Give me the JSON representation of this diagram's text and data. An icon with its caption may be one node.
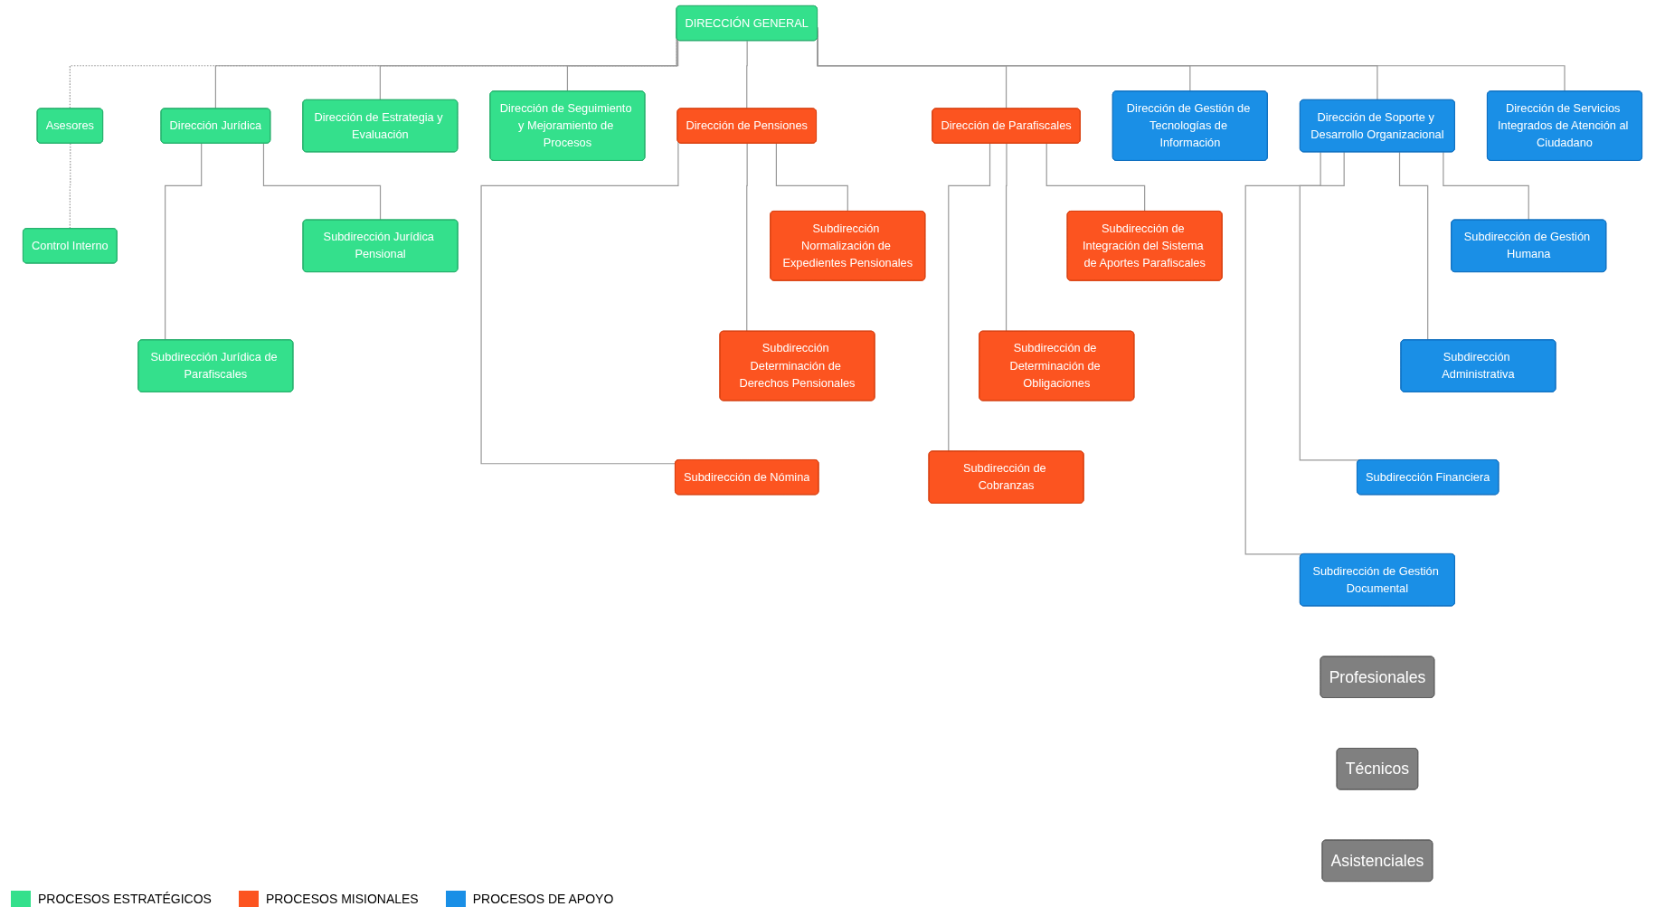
{
  "diagram": {
    "nodes": [
      {
        "text": [
          "DIRECCIÓN GENERAL"
        ]
      },
      {
        "text": [
          "Asesores"
        ]
      },
      {
        "text": [
          "Control Interno"
        ]
      },
      {
        "text": [
          "Dirección Jurídica"
        ]
      },
      {
        "text": [
          "Dirección de Estrategia y Evaluación"
        ]
      },
      {
        "text": [
          "Dirección de Seguimiento y Mejoramiento de Procesos"
        ]
      },
      {
        "text": [
          "Dirección de Pensiones"
        ]
      },
      {
        "text": [
          "Dirección de Parafiscales"
        ]
      },
      {
        "text": [
          "Dirección de Gestión de Tecnologías de Información"
        ]
      },
      {
        "text": [
          "Dirección de Soporte y Desarrollo Organizacional"
        ]
      },
      {
        "text": [
          "Dirección de Servicios Integrados de Atención al Ciudadano"
        ]
      },
      {
        "text": [
          "Subdirección Jurídica Pensional"
        ]
      },
      {
        "text": [
          "Subdirección Jurídica de Parafiscales"
        ]
      },
      {
        "text": [
          "Subdirección Normalización de Expedientes Pensionales"
        ]
      },
      {
        "text": [
          "Subdirección Determinación de Derechos Pensionales"
        ]
      },
      {
        "text": [
          "Subdirección de Nómina"
        ]
      },
      {
        "text": [
          "Subdirección de Integración del Sistema de Aportes Parafiscales"
        ]
      },
      {
        "text": [
          "Subdirección de Determinación de Obligaciones"
        ]
      },
      {
        "text": [
          "Subdirección de Cobranzas"
        ]
      },
      {
        "text": [
          "Subdirección de Gestión Humana"
        ]
      },
      {
        "text": [
          "Subdirección Administrativa"
        ]
      },
      {
        "text": [
          "Subdirección Financiera"
        ]
      },
      {
        "text": [
          "Subdirección de Gestión Documental"
        ]
      },
      {
        "text": [
          "Profesionales"
        ]
      },
      {
        "text": [
          "Técnicos"
        ]
      },
      {
        "text": [
          "Asistenciales"
        ]
      }
    ],
    "edges": [
      {
        "from": 0,
        "to": 1,
        "arrow": "none",
        "style": "dashed"
      },
      {
        "from": 1,
        "to": 2,
        "arrow": "none",
        "style": "dashed"
      },
      {
        "from": 0,
        "to": 3,
        "arrow": "none"
      },
      {
        "from": 0,
        "to": 4,
        "arrow": "none"
      },
      {
        "from": 0,
        "to": 5,
        "arrow": "none"
      },
      {
        "from": 0,
        "to": 6,
        "arrow": "none"
      },
      {
        "from": 0,
        "to": 7,
        "arrow": "none"
      },
      {
        "from": 0,
        "to": 8,
        "arrow": "none"
      },
      {
        "from": 0,
        "to": 9,
        "arrow": "none"
      },
      {
        "from": 0,
        "to": 10,
        "arrow": "none"
      },
      {
        "from": 3,
        "to": 11,
        "arrow": "none"
      },
      {
        "from": 3,
        "to": 12,
        "arrow": "none"
      },
      {
        "from": 6,
        "to": 13,
        "arrow": "none"
      },
      {
        "from": 6,
        "to": 14,
        "arrow": "none"
      },
      {
        "from": 6,
        "to": 15,
        "arrow": "none"
      },
      {
        "from": 7,
        "to": 16,
        "arrow": "none"
      },
      {
        "from": 7,
        "to": 17,
        "arrow": "none"
      },
      {
        "from": 7,
        "to": 18,
        "arrow": "none"
      },
      {
        "from": 9,
        "to": 19,
        "arrow": "none"
      },
      {
        "from": 9,
        "to": 20,
        "arrow": "none"
      },
      {
        "from": 9,
        "to": 21,
        "arrow": "none"
      },
      {
        "from": 9,
        "to": 22,
        "arrow": "none"
      }
    ],
    "legend": [
      {
        "text": "PROCESOS ESTRATÉGICOS",
        "color": "#34e08c"
      },
      {
        "text": "PROCESOS MISIONALES",
        "color": "#fc5420"
      },
      {
        "text": "PROCESOS DE APOYO",
        "color": "#1a8fe6"
      }
    ]
  }
}
